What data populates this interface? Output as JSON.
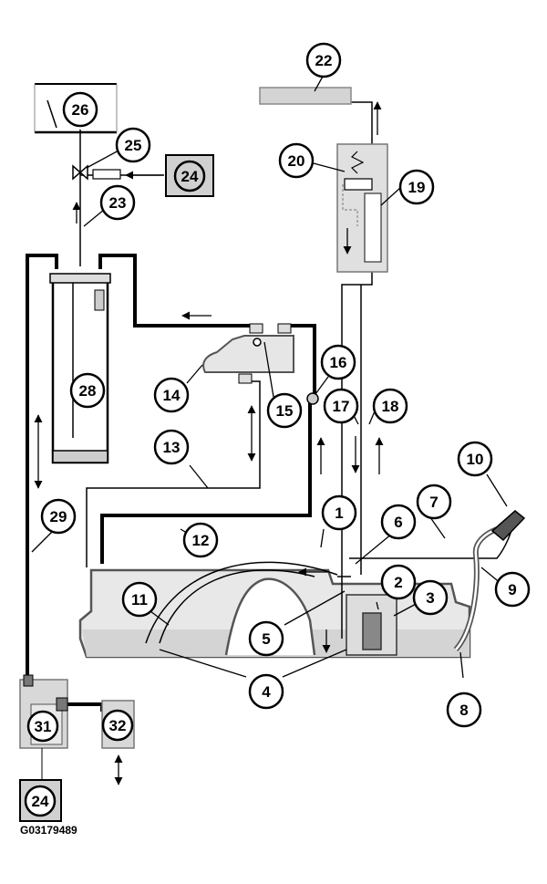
{
  "figure_code": "G03179489",
  "callouts": [
    "1",
    "2",
    "3",
    "4",
    "5",
    "6",
    "7",
    "8",
    "9",
    "10",
    "11",
    "12",
    "13",
    "14",
    "15",
    "16",
    "17",
    "18",
    "19",
    "20",
    "22",
    "23",
    "24",
    "25",
    "26",
    "28",
    "29",
    "31",
    "32"
  ],
  "boxes": {
    "top_right": "24",
    "bottom_left": "24",
    "module_31": "31",
    "module_32": "32",
    "gauge_26": "26",
    "canister_28": "28",
    "filter_22": "22",
    "valve_19": "19"
  },
  "colors": {
    "line": "#000000",
    "fuel_fill": "#d9d9d9",
    "component_fill": "#e0e0e0",
    "component_stroke": "#777777",
    "background": "#ffffff"
  }
}
